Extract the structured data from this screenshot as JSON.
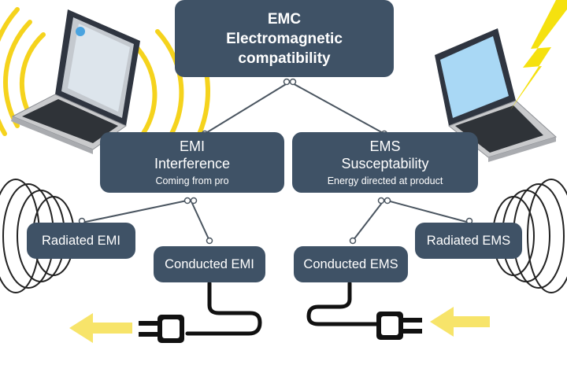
{
  "nodes": {
    "emc": {
      "line1": "EMC",
      "line2": "Electromagnetic",
      "line3": "compatibility"
    },
    "emi": {
      "title": "EMI",
      "subtitle": "Interference",
      "note": "Coming from pro"
    },
    "ems": {
      "title": "EMS",
      "subtitle": "Susceptability",
      "note": "Energy directed at product"
    },
    "radiated_emi": {
      "label": "Radiated EMI"
    },
    "conducted_emi": {
      "label": "Conducted EMI"
    },
    "conducted_ems": {
      "label": "Conducted EMS"
    },
    "radiated_ems": {
      "label": "Radiated EMS"
    }
  },
  "colors": {
    "box": "#3f5266",
    "connector": "#4a5560",
    "wave_yellow": "#f5d31d",
    "arrow_yellow": "#f7e46a",
    "lightning": "#f5e10f",
    "cable": "#111111",
    "laptop_screen": "#a9d8f5",
    "laptop_body": "#c9cacc"
  }
}
